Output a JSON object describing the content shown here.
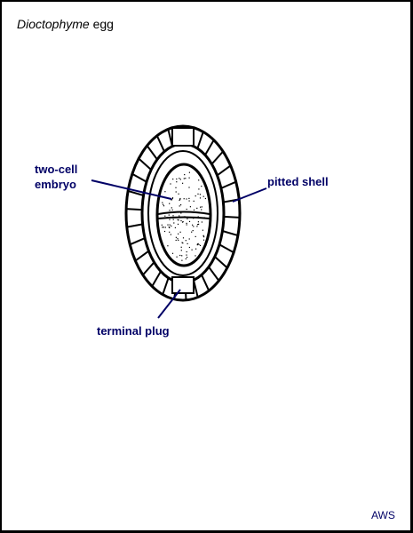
{
  "title": {
    "genus": "Dioctophyme",
    "rest": "egg"
  },
  "labels": {
    "embryo_line1": "two-cell",
    "embryo_line2": "embryo",
    "shell": "pitted shell",
    "plug": "terminal plug"
  },
  "credit": "AWS",
  "colors": {
    "label": "#000066",
    "outline": "#000000",
    "background": "#ffffff"
  }
}
